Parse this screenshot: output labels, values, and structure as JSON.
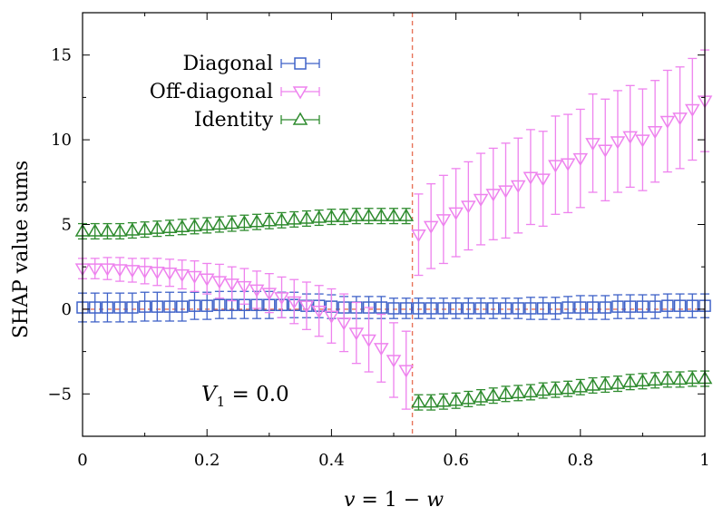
{
  "chart_data": {
    "type": "scatter",
    "xlabel": "v = 1 − w",
    "ylabel": "SHAP value sums",
    "xlim": [
      0,
      1
    ],
    "ylim": [
      -7.5,
      17.5
    ],
    "xticks": [
      0,
      0.2,
      0.4,
      0.6,
      0.8,
      1
    ],
    "xtick_labels": [
      "0",
      "0.2",
      "0.4",
      "0.6",
      "0.8",
      "1"
    ],
    "yticks": [
      -5,
      0,
      5,
      10,
      15
    ],
    "ytick_labels": [
      "−5",
      "0",
      "5",
      "10",
      "15"
    ],
    "annotation": "V1 = 0.0",
    "vline_x": 0.53,
    "hline_y": 0,
    "legend_position": "top-left",
    "colors": {
      "diagonal": "#3f62c8",
      "off_diagonal": "#ee82ee",
      "identity": "#2e8b2e",
      "reference_line": "#e8735a"
    },
    "x": [
      0.0,
      0.02,
      0.04,
      0.06,
      0.08,
      0.1,
      0.12,
      0.14,
      0.16,
      0.18,
      0.2,
      0.22,
      0.24,
      0.26,
      0.28,
      0.3,
      0.32,
      0.34,
      0.36,
      0.38,
      0.4,
      0.42,
      0.44,
      0.46,
      0.48,
      0.5,
      0.52,
      0.54,
      0.56,
      0.58,
      0.6,
      0.62,
      0.64,
      0.66,
      0.68,
      0.7,
      0.72,
      0.74,
      0.76,
      0.78,
      0.8,
      0.82,
      0.84,
      0.86,
      0.88,
      0.9,
      0.92,
      0.94,
      0.96,
      0.98,
      1.0
    ],
    "series": [
      {
        "name": "Diagonal",
        "marker": "square",
        "values": [
          0.1,
          0.1,
          0.1,
          0.1,
          0.1,
          0.15,
          0.15,
          0.15,
          0.15,
          0.2,
          0.2,
          0.25,
          0.25,
          0.25,
          0.25,
          0.25,
          0.25,
          0.25,
          0.2,
          0.2,
          0.15,
          0.1,
          0.1,
          0.1,
          0.1,
          0.05,
          0.05,
          0.05,
          0.05,
          0.05,
          0.05,
          0.05,
          0.05,
          0.05,
          0.05,
          0.05,
          0.05,
          0.05,
          0.05,
          0.1,
          0.1,
          0.1,
          0.1,
          0.15,
          0.15,
          0.15,
          0.15,
          0.2,
          0.2,
          0.2,
          0.2
        ],
        "errors": [
          0.85,
          0.85,
          0.85,
          0.85,
          0.85,
          0.85,
          0.85,
          0.85,
          0.85,
          0.8,
          0.8,
          0.8,
          0.8,
          0.8,
          0.8,
          0.8,
          0.75,
          0.75,
          0.7,
          0.7,
          0.7,
          0.65,
          0.65,
          0.65,
          0.65,
          0.6,
          0.6,
          0.6,
          0.6,
          0.6,
          0.6,
          0.6,
          0.6,
          0.6,
          0.6,
          0.6,
          0.65,
          0.65,
          0.65,
          0.65,
          0.7,
          0.7,
          0.7,
          0.7,
          0.7,
          0.7,
          0.7,
          0.7,
          0.7,
          0.7,
          0.7
        ]
      },
      {
        "name": "Off-diagonal",
        "marker": "triangle-down",
        "values": [
          2.4,
          2.4,
          2.4,
          2.35,
          2.3,
          2.25,
          2.2,
          2.15,
          2.05,
          1.95,
          1.8,
          1.65,
          1.5,
          1.35,
          1.15,
          0.95,
          0.7,
          0.45,
          0.2,
          -0.1,
          -0.4,
          -0.8,
          -1.4,
          -1.8,
          -2.3,
          -3.0,
          -3.6,
          4.4,
          4.9,
          5.3,
          5.7,
          6.1,
          6.5,
          6.8,
          7.0,
          7.3,
          7.8,
          7.7,
          8.5,
          8.6,
          8.9,
          9.8,
          9.4,
          9.9,
          10.2,
          10.0,
          10.5,
          11.1,
          11.3,
          11.8,
          12.3
        ],
        "errors": [
          0.6,
          0.6,
          0.65,
          0.7,
          0.7,
          0.75,
          0.8,
          0.8,
          0.85,
          0.9,
          0.9,
          1.0,
          1.0,
          1.05,
          1.1,
          1.15,
          1.2,
          1.3,
          1.4,
          1.5,
          1.6,
          1.7,
          1.8,
          1.9,
          2.0,
          2.2,
          2.3,
          2.4,
          2.5,
          2.6,
          2.6,
          2.6,
          2.7,
          2.7,
          2.8,
          2.8,
          2.8,
          2.8,
          2.9,
          2.9,
          2.9,
          2.9,
          3.0,
          3.0,
          3.0,
          3.0,
          3.0,
          3.0,
          3.0,
          3.0,
          3.0
        ]
      },
      {
        "name": "Identity",
        "marker": "triangle-up",
        "values": [
          4.6,
          4.6,
          4.6,
          4.6,
          4.65,
          4.7,
          4.75,
          4.8,
          4.85,
          4.9,
          4.95,
          5.0,
          5.05,
          5.1,
          5.15,
          5.2,
          5.25,
          5.3,
          5.35,
          5.4,
          5.45,
          5.45,
          5.5,
          5.5,
          5.5,
          5.5,
          5.5,
          -5.5,
          -5.5,
          -5.45,
          -5.4,
          -5.3,
          -5.2,
          -5.1,
          -5.0,
          -4.95,
          -4.9,
          -4.8,
          -4.75,
          -4.7,
          -4.6,
          -4.5,
          -4.45,
          -4.4,
          -4.3,
          -4.25,
          -4.2,
          -4.15,
          -4.15,
          -4.1,
          -4.1
        ],
        "errors": [
          0.45,
          0.45,
          0.45,
          0.45,
          0.45,
          0.45,
          0.45,
          0.45,
          0.45,
          0.45,
          0.45,
          0.45,
          0.45,
          0.45,
          0.45,
          0.45,
          0.45,
          0.45,
          0.45,
          0.45,
          0.45,
          0.45,
          0.45,
          0.45,
          0.45,
          0.45,
          0.45,
          0.45,
          0.45,
          0.45,
          0.45,
          0.45,
          0.45,
          0.45,
          0.45,
          0.45,
          0.45,
          0.45,
          0.45,
          0.45,
          0.45,
          0.45,
          0.45,
          0.45,
          0.45,
          0.45,
          0.45,
          0.45,
          0.45,
          0.45,
          0.45
        ]
      }
    ]
  }
}
